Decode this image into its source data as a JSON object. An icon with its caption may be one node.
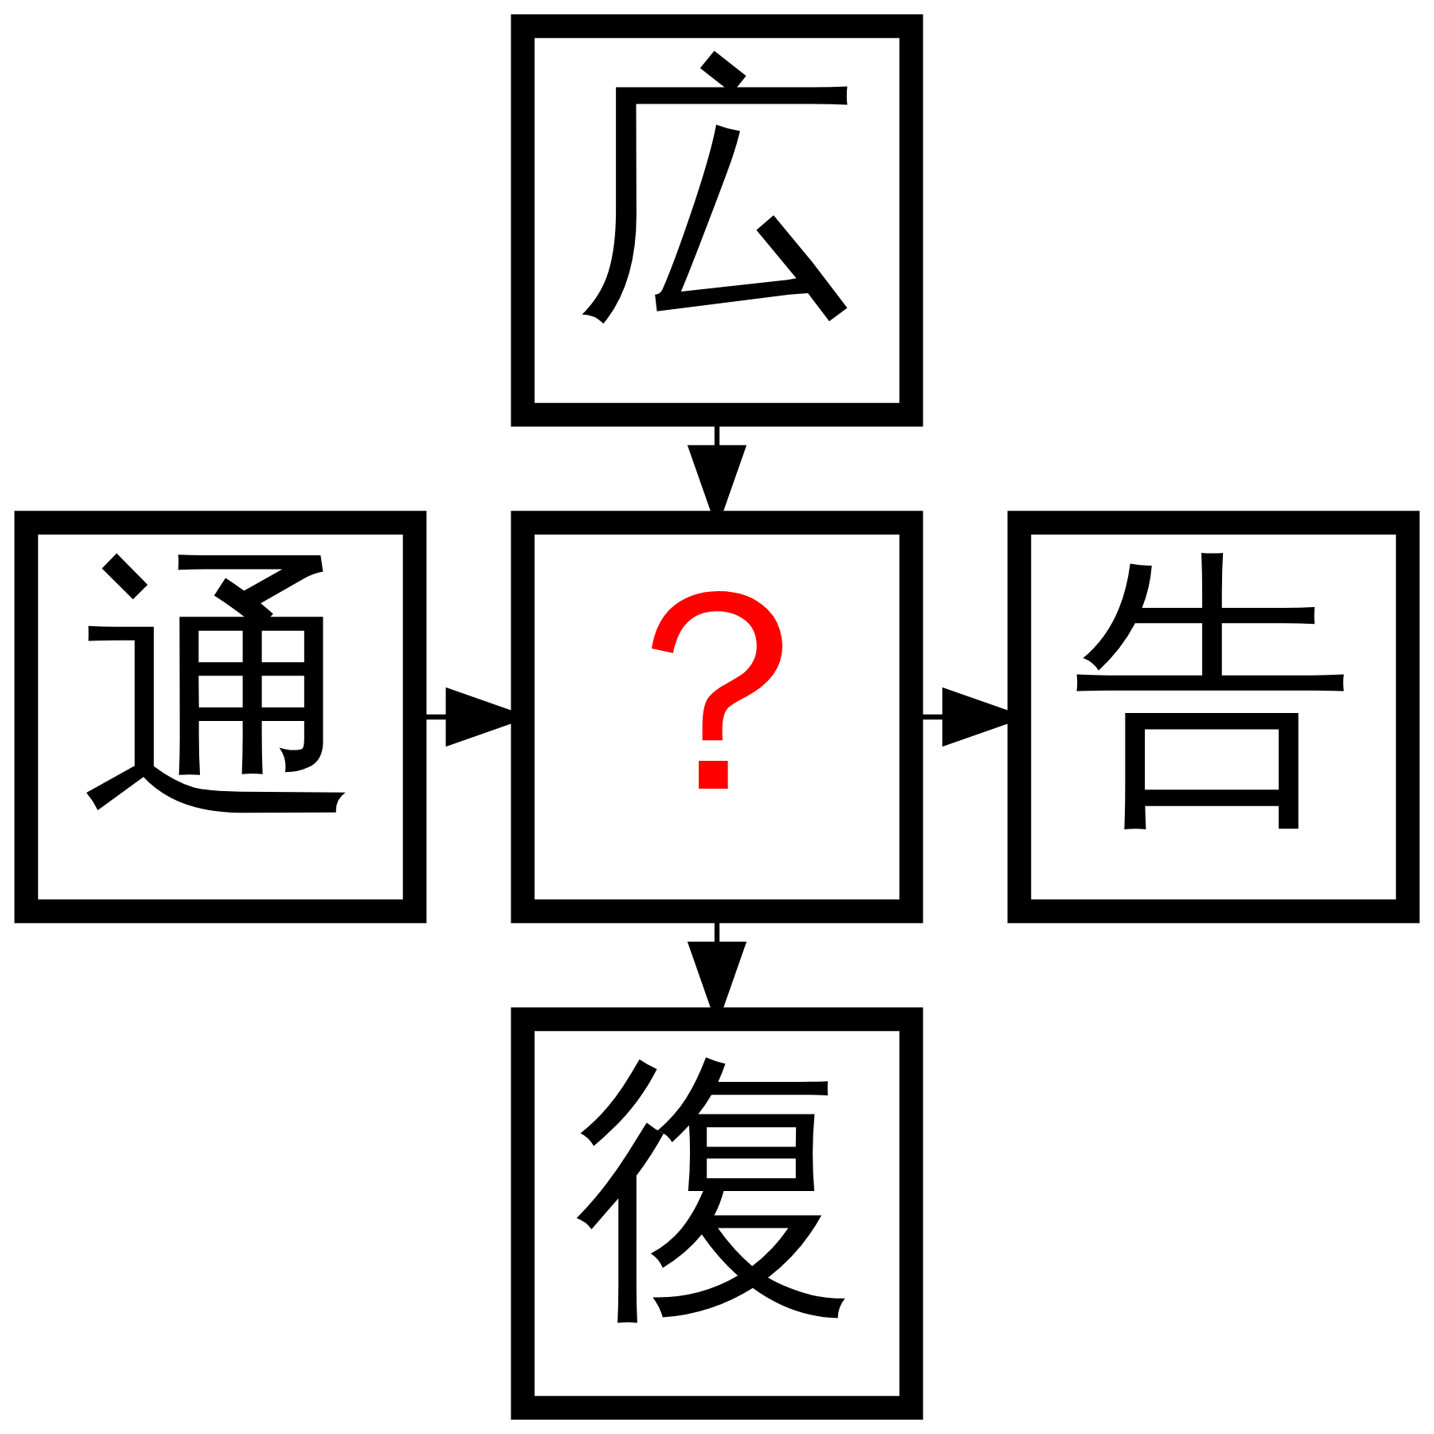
{
  "diagram": {
    "nodes": [
      {
        "text": [
          "広"
        ]
      },
      {
        "text": [
          "通"
        ]
      },
      {
        "text": [
          "？"
        ]
      },
      {
        "text": [
          "告"
        ]
      },
      {
        "text": [
          "復"
        ]
      }
    ],
    "edges": [
      {
        "from": 0,
        "to": 2,
        "arrow": "to"
      },
      {
        "from": 1,
        "to": 2,
        "arrow": "to"
      },
      {
        "from": 2,
        "to": 3,
        "arrow": "to"
      },
      {
        "from": 2,
        "to": 4,
        "arrow": "to"
      }
    ]
  }
}
